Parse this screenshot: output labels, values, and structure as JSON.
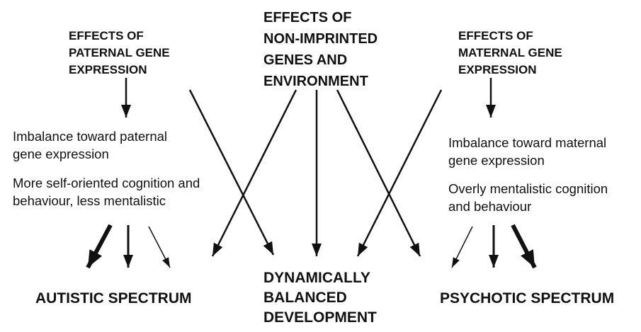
{
  "headers": {
    "paternal": [
      "EFFECTS OF",
      "PATERNAL GENE",
      "EXPRESSION"
    ],
    "center": [
      "EFFECTS OF",
      "NON-IMPRINTED",
      "GENES AND",
      "ENVIRONMENT"
    ],
    "maternal": [
      "EFFECTS OF",
      "MATERNAL GENE",
      "EXPRESSION"
    ]
  },
  "left_text": {
    "imbalance": [
      "Imbalance toward paternal",
      "gene expression"
    ],
    "cognition": [
      "More self-oriented cognition and",
      "behaviour, less mentalistic"
    ]
  },
  "right_text": {
    "imbalance": [
      "Imbalance toward maternal",
      "gene expression"
    ],
    "cognition": [
      "Overly mentalistic cognition",
      "and behaviour"
    ]
  },
  "outcomes": {
    "autistic": "AUTISTIC SPECTRUM",
    "balanced": [
      "DYNAMICALLY",
      "BALANCED",
      "DEVELOPMENT"
    ],
    "psychotic": "PSYCHOTIC SPECTRUM"
  },
  "colors": {
    "ink": "#111111",
    "background": "#ffffff"
  }
}
